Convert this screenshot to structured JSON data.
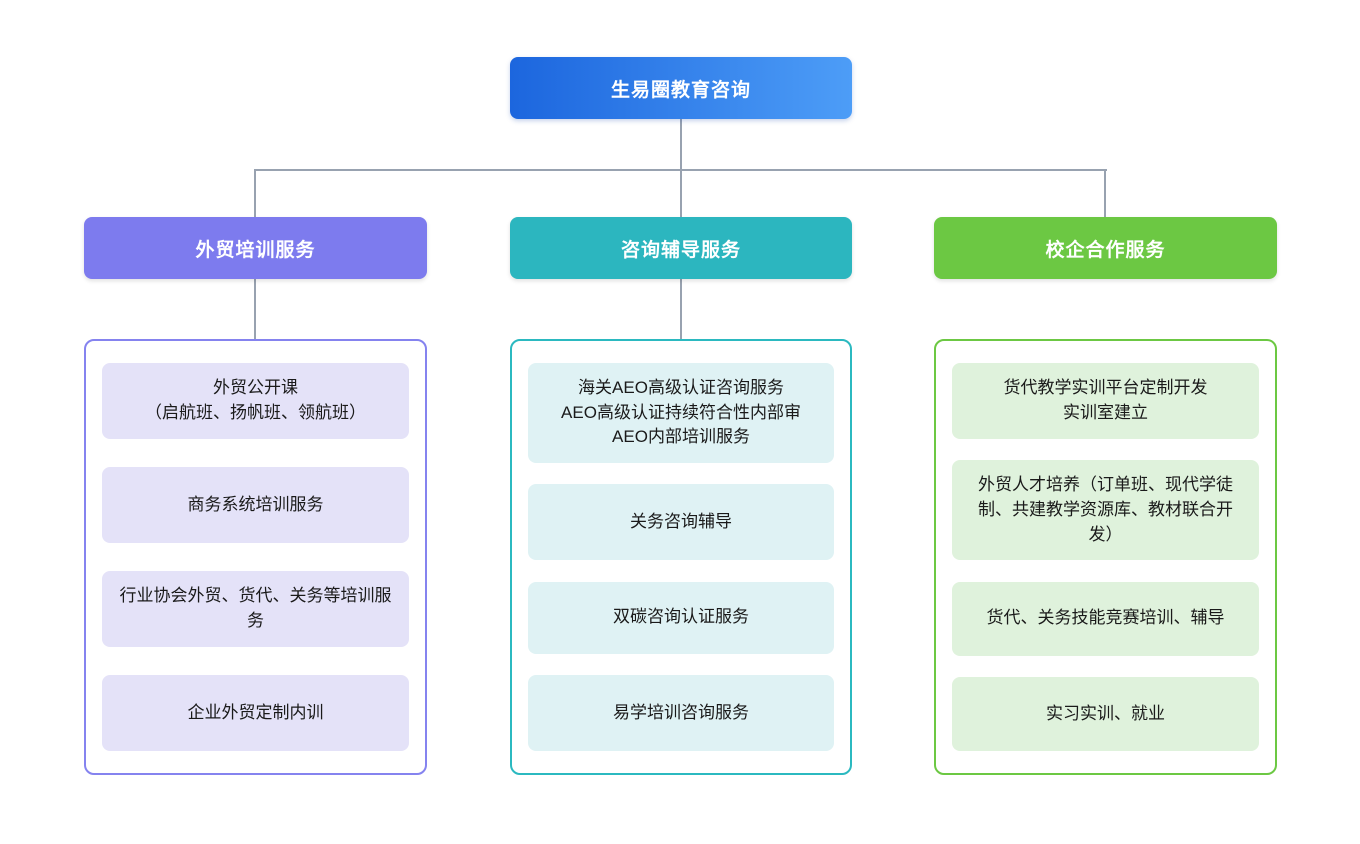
{
  "root": {
    "label": "生易圈教育咨询",
    "gradient_from": "#1c66de",
    "gradient_to": "#4d9df7",
    "text_color": "#ffffff"
  },
  "connector_color": "#98a2b0",
  "background_color": "#ffffff",
  "branches": [
    {
      "label": "外贸培训服务",
      "header_color": "#7d7bee",
      "border_color": "#8583ef",
      "item_bg": "#e4e2f8",
      "items": [
        {
          "text": "外贸公开课\n（启航班、扬帆班、领航班）"
        },
        {
          "text": "商务系统培训服务"
        },
        {
          "text": "行业协会外贸、货代、关务等培训服务"
        },
        {
          "text": "企业外贸定制内训"
        }
      ]
    },
    {
      "label": "咨询辅导服务",
      "header_color": "#2cb6bf",
      "border_color": "#2bb9c0",
      "item_bg": "#dff2f4",
      "items": [
        {
          "text": "海关AEO高级认证咨询服务\nAEO高级认证持续符合性内部审\nAEO内部培训服务"
        },
        {
          "text": "关务咨询辅导"
        },
        {
          "text": "双碳咨询认证服务"
        },
        {
          "text": "易学培训咨询服务"
        }
      ]
    },
    {
      "label": "校企合作服务",
      "header_color": "#6cc843",
      "border_color": "#6cc843",
      "item_bg": "#dff2dc",
      "items": [
        {
          "text": "货代教学实训平台定制开发\n实训室建立"
        },
        {
          "text": "外贸人才培养（订单班、现代学徒制、共建教学资源库、教材联合开发）"
        },
        {
          "text": "货代、关务技能竞赛培训、辅导"
        },
        {
          "text": "实习实训、就业"
        }
      ]
    }
  ]
}
